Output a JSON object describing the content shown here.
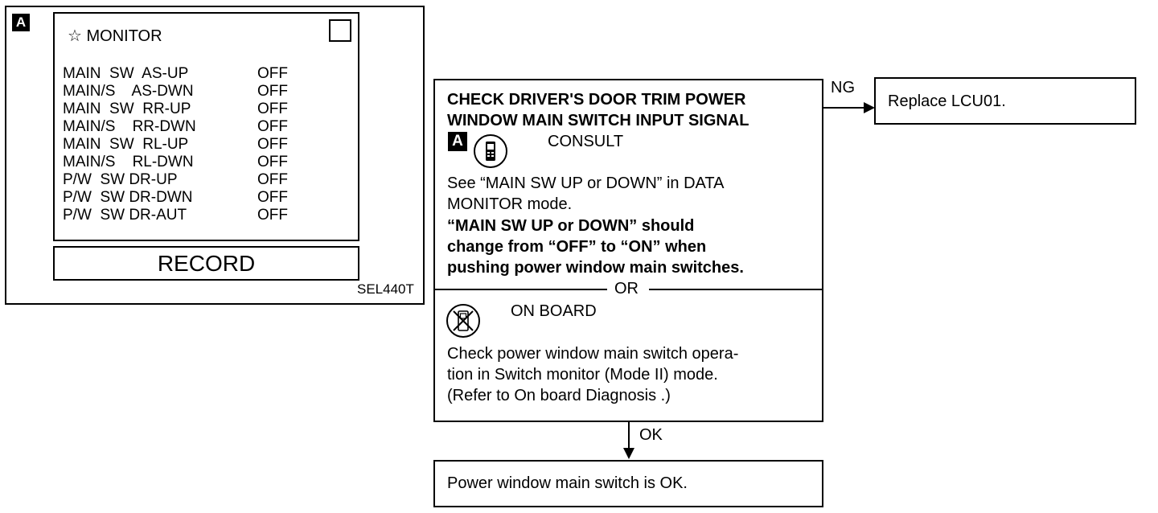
{
  "consult_screen": {
    "tag": "A",
    "header": "☆ MONITOR",
    "rows": [
      {
        "label": "MAIN  SW  AS-UP",
        "value": "OFF"
      },
      {
        "label": "MAIN/S    AS-DWN",
        "value": "OFF"
      },
      {
        "label": "MAIN  SW  RR-UP",
        "value": "OFF"
      },
      {
        "label": "MAIN/S    RR-DWN",
        "value": "OFF"
      },
      {
        "label": "MAIN  SW  RL-UP",
        "value": "OFF"
      },
      {
        "label": "MAIN/S    RL-DWN",
        "value": "OFF"
      },
      {
        "label": "P/W  SW DR-UP",
        "value": "OFF"
      },
      {
        "label": "P/W  SW DR-DWN",
        "value": "OFF"
      },
      {
        "label": "P/W  SW DR-AUT",
        "value": "OFF"
      }
    ],
    "record_button": "RECORD",
    "figure_code": "SEL440T"
  },
  "check_box": {
    "title_line1": "CHECK DRIVER'S DOOR TRIM POWER",
    "title_line2": "WINDOW MAIN SWITCH INPUT SIGNAL",
    "tag": "A",
    "consult_label": "CONSULT",
    "consult_text_line1": "See “MAIN SW UP or DOWN” in DATA",
    "consult_text_line2": "MONITOR mode.",
    "consult_bold_line1": "“MAIN SW UP or DOWN” should",
    "consult_bold_line2": "change from “OFF” to “ON” when",
    "consult_bold_line3": "pushing power window main switches.",
    "or_label": "OR",
    "onboard_label": "ON BOARD",
    "onboard_text_line1": "Check power window main switch opera-",
    "onboard_text_line2": "tion in Switch monitor (Mode II) mode.",
    "onboard_text_line3": "(Refer to On board Diagnosis .)"
  },
  "ng_label": "NG",
  "ng_result": "Replace LCU01.",
  "ok_label": "OK",
  "ok_result": "Power window main switch is OK."
}
